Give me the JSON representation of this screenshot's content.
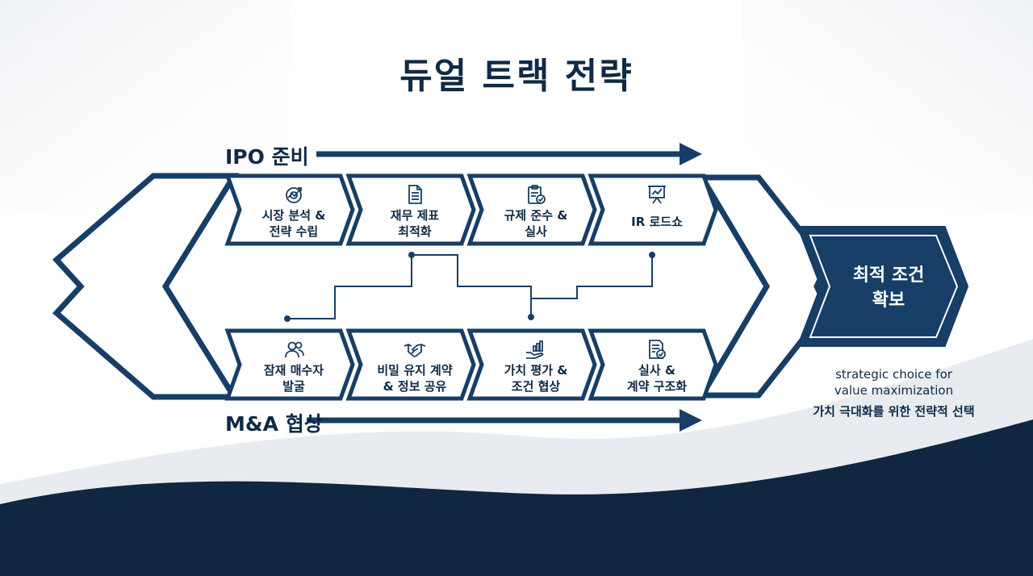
{
  "title": "듀얼 트랙 전략",
  "tracks": {
    "ipo": {
      "label": "IPO 준비",
      "steps": [
        {
          "label": "시장 분석 &\n전략 수립",
          "icon": "target-chart-icon"
        },
        {
          "label": "재무 제표\n최적화",
          "icon": "document-icon"
        },
        {
          "label": "규제 준수 &\n실사",
          "icon": "clipboard-check-icon"
        },
        {
          "label": "IR 로드쇼",
          "icon": "presentation-icon"
        }
      ]
    },
    "mna": {
      "label": "M&A 협상",
      "steps": [
        {
          "label": "잠재 매수자\n발굴",
          "icon": "people-icon"
        },
        {
          "label": "비밀 유지 계약\n& 정보 공유",
          "icon": "handshake-icon"
        },
        {
          "label": "가치 평가 &\n조건 협상",
          "icon": "hand-coins-icon"
        },
        {
          "label": "실사 &\n계약 구조화",
          "icon": "document-check-icon"
        }
      ]
    }
  },
  "outcome": {
    "label": "최적 조건\n확보",
    "note_en": "strategic choice for\nvalue maximization",
    "note_ko": "가치 극대화를 위한 전략적 선택"
  },
  "colors": {
    "navy": "#173e66",
    "navy_dark": "#102a45",
    "wave": "#0f2740",
    "background": "#ffffff",
    "panel_fill": "#ffffff"
  }
}
